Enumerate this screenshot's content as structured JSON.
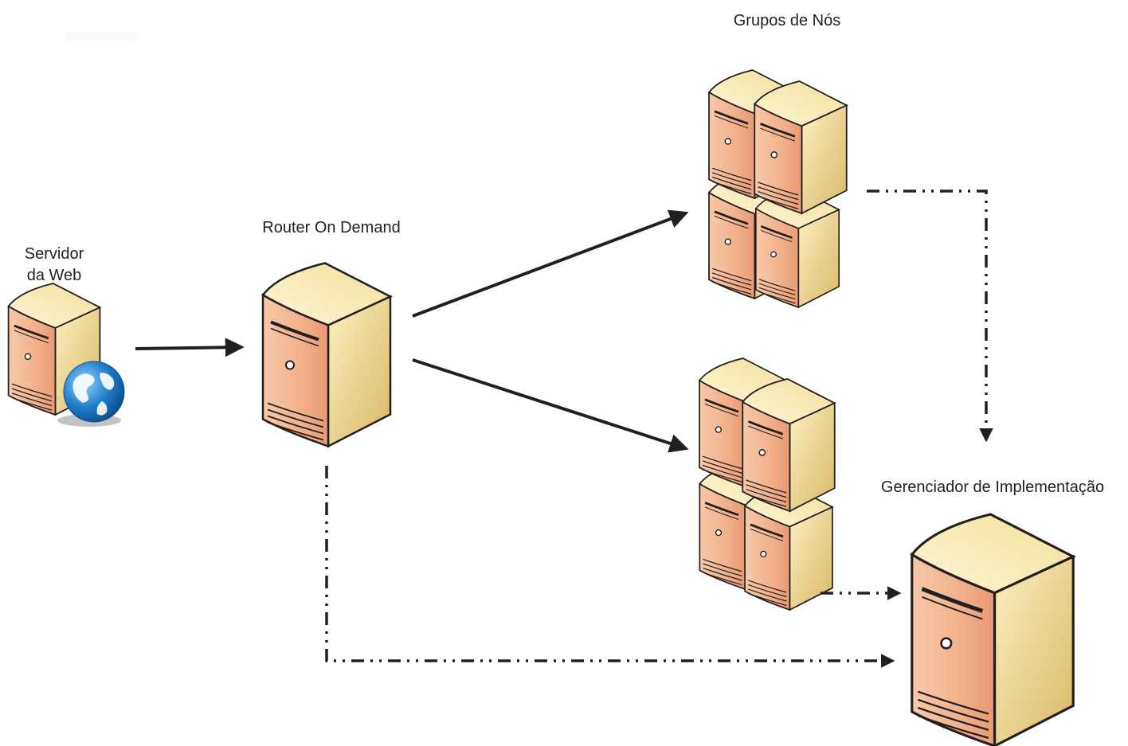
{
  "labels": {
    "web_server_line1": "Servidor",
    "web_server_line2": "da Web",
    "odr": "Router On Demand",
    "node_groups": "Grupos de Nós",
    "deployment_manager": "Gerenciador de Implementação"
  },
  "colors": {
    "server_front": "#f4b995",
    "server_side": "#e6cf88",
    "server_top": "#fbefbd",
    "outline": "#231f20",
    "globe": "#1f7cc6"
  },
  "icons": [
    "server-icon",
    "globe-icon",
    "arrow-icon"
  ]
}
